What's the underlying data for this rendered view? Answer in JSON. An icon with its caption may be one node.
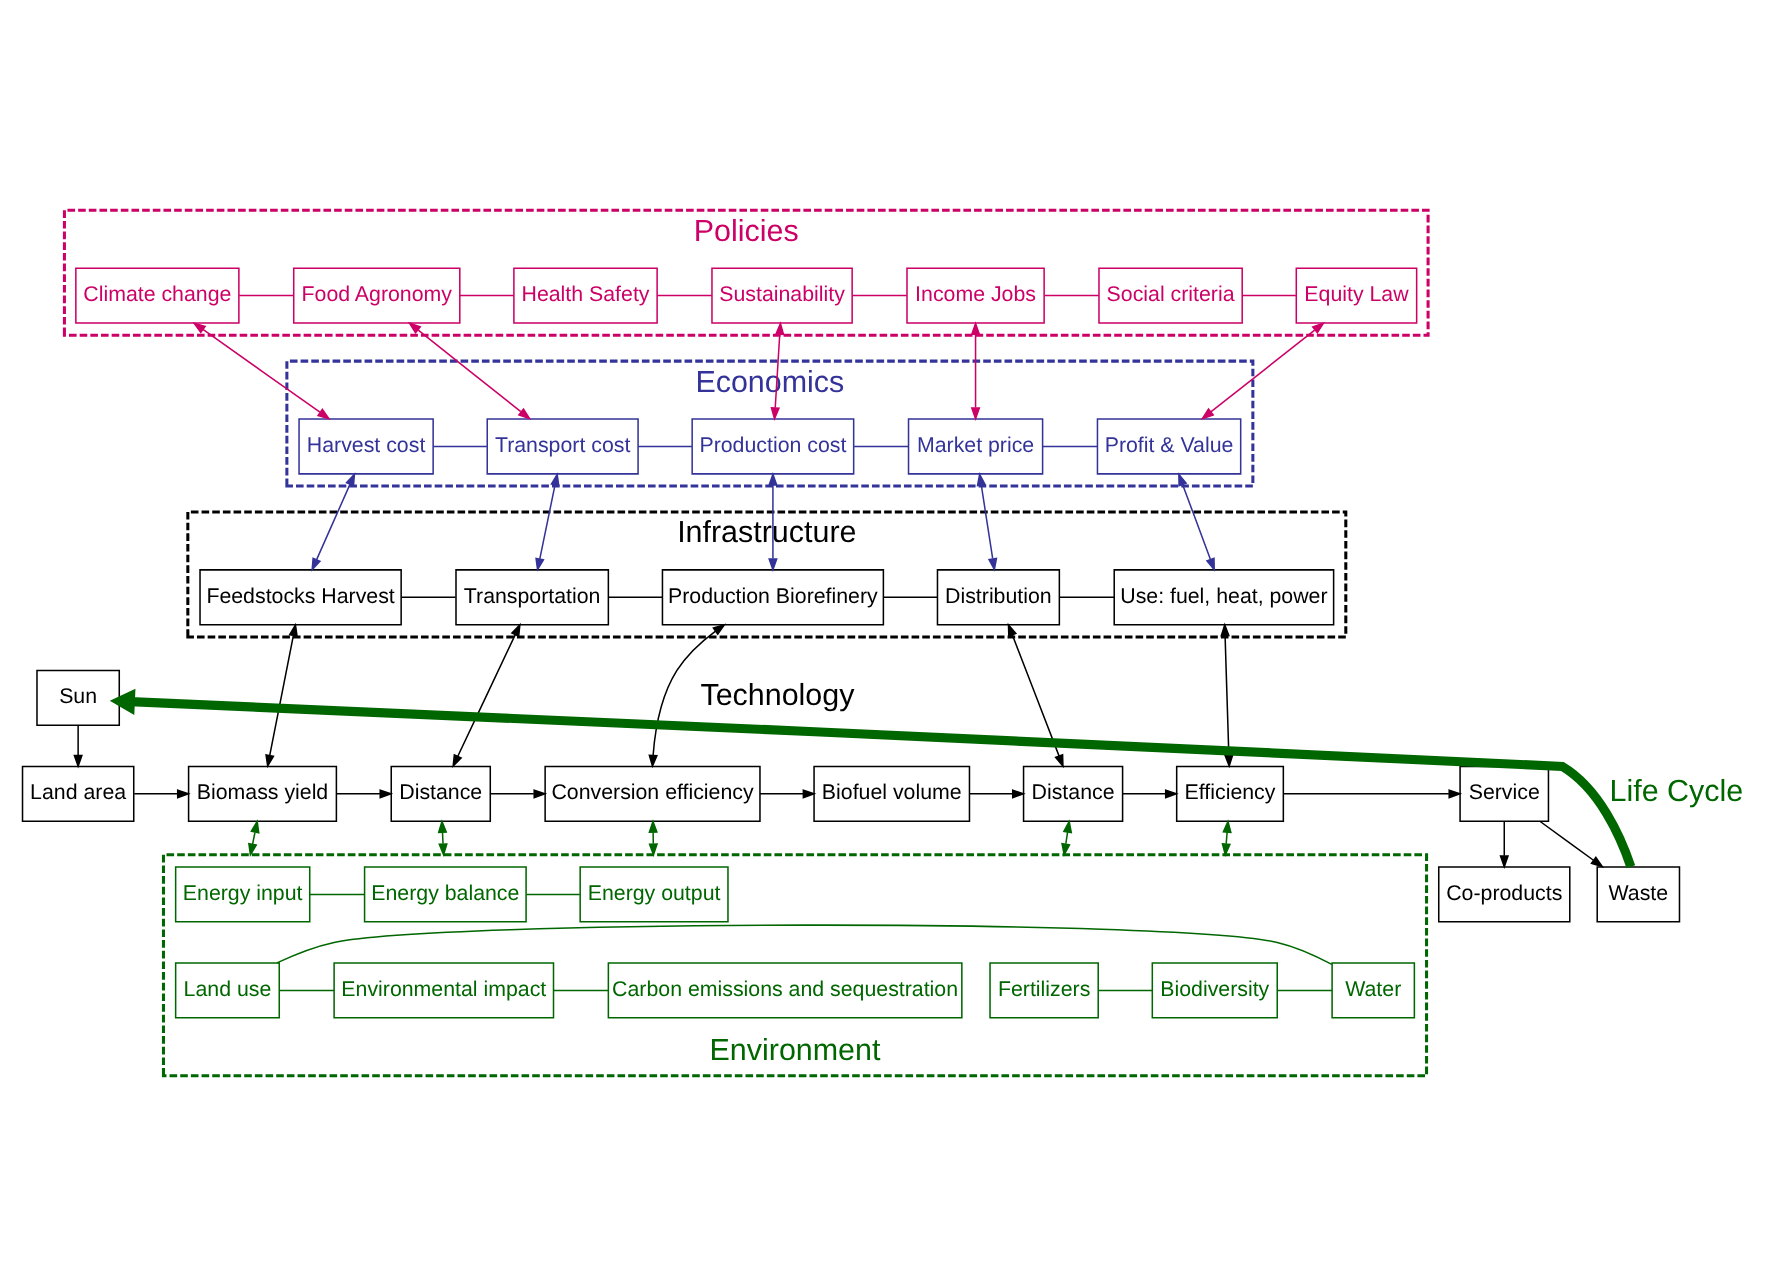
{
  "diagram": {
    "nodes": [
      {
        "text": [
          "Policies"
        ]
      },
      {
        "text": [
          "Climate change"
        ],
        "in": 0
      },
      {
        "text": [
          "Food Agronomy"
        ],
        "in": 0
      },
      {
        "text": [
          "Health Safety"
        ],
        "in": 0
      },
      {
        "text": [
          "Sustainability"
        ],
        "in": 0
      },
      {
        "text": [
          "Income Jobs"
        ],
        "in": 0
      },
      {
        "text": [
          "Social criteria"
        ],
        "in": 0
      },
      {
        "text": [
          "Equity Law"
        ],
        "in": 0
      },
      {
        "text": [
          "Economics"
        ]
      },
      {
        "text": [
          "Harvest cost"
        ],
        "in": 8
      },
      {
        "text": [
          "Transport cost"
        ],
        "in": 8
      },
      {
        "text": [
          "Production cost"
        ],
        "in": 8
      },
      {
        "text": [
          "Market price"
        ],
        "in": 8
      },
      {
        "text": [
          "Profit & Value"
        ],
        "in": 8
      },
      {
        "text": [
          "Infrastructure"
        ]
      },
      {
        "text": [
          "Feedstocks Harvest"
        ],
        "in": 14
      },
      {
        "text": [
          "Transportation"
        ],
        "in": 14
      },
      {
        "text": [
          "Production Biorefinery"
        ],
        "in": 14
      },
      {
        "text": [
          "Distribution"
        ],
        "in": 14
      },
      {
        "text": [
          "Use: fuel, heat, power"
        ],
        "in": 14
      },
      {
        "text": [
          "Co-products"
        ]
      },
      {
        "text": [
          "Land area"
        ]
      },
      {
        "text": [
          "Biomass yield"
        ]
      },
      {
        "text": [
          "Distance"
        ]
      },
      {
        "text": [
          "Conversion efficiency"
        ]
      },
      {
        "text": [
          "Biofuel volume"
        ]
      },
      {
        "text": [
          "Distance"
        ]
      },
      {
        "text": [
          "Efficiency"
        ]
      },
      {
        "text": [
          "Service"
        ]
      },
      {
        "text": [
          "Sun"
        ]
      },
      {
        "text": [
          "Waste"
        ]
      },
      {
        "text": [
          "Environment"
        ]
      },
      {
        "text": [
          "Energy input"
        ],
        "in": 31
      },
      {
        "text": [
          "Energy balance"
        ],
        "in": 31
      },
      {
        "text": [
          "Energy output"
        ],
        "in": 31
      },
      {
        "text": [
          "Fertilizers"
        ],
        "in": 31
      },
      {
        "text": [
          "Biodiversity"
        ],
        "in": 31
      },
      {
        "text": [
          "Water"
        ],
        "in": 31
      },
      {
        "text": [
          "Land use"
        ],
        "in": 31
      },
      {
        "text": [
          "Environmental impact"
        ],
        "in": 31
      },
      {
        "text": [
          "Carbon emissions and sequestration"
        ],
        "in": 31
      }
    ],
    "edges": [
      {
        "from": 1,
        "to": 2,
        "arrow": "none",
        "color": "#cc0066"
      },
      {
        "from": 2,
        "to": 3,
        "arrow": "none",
        "color": "#cc0066"
      },
      {
        "from": 3,
        "to": 4,
        "arrow": "none",
        "color": "#cc0066"
      },
      {
        "from": 4,
        "to": 5,
        "arrow": "none",
        "color": "#cc0066"
      },
      {
        "from": 5,
        "to": 6,
        "arrow": "none",
        "color": "#cc0066"
      },
      {
        "from": 6,
        "to": 7,
        "arrow": "none",
        "color": "#cc0066"
      },
      {
        "from": 1,
        "to": 9,
        "arrow": "both",
        "color": "#cc0066"
      },
      {
        "from": 2,
        "to": 10,
        "arrow": "both",
        "color": "#cc0066"
      },
      {
        "from": 4,
        "to": 11,
        "arrow": "both",
        "color": "#cc0066"
      },
      {
        "from": 5,
        "to": 12,
        "arrow": "both",
        "color": "#cc0066"
      },
      {
        "from": 7,
        "to": 13,
        "arrow": "both",
        "color": "#cc0066"
      },
      {
        "from": 9,
        "to": 10,
        "arrow": "none",
        "color": "#333399"
      },
      {
        "from": 10,
        "to": 11,
        "arrow": "none",
        "color": "#333399"
      },
      {
        "from": 11,
        "to": 12,
        "arrow": "none",
        "color": "#333399"
      },
      {
        "from": 12,
        "to": 13,
        "arrow": "none",
        "color": "#333399"
      },
      {
        "from": 9,
        "to": 15,
        "arrow": "both",
        "color": "#333399"
      },
      {
        "from": 10,
        "to": 16,
        "arrow": "both",
        "color": "#333399"
      },
      {
        "from": 11,
        "to": 17,
        "arrow": "both",
        "color": "#333399"
      },
      {
        "from": 12,
        "to": 18,
        "arrow": "both",
        "color": "#333399"
      },
      {
        "from": 13,
        "to": 19,
        "arrow": "both",
        "color": "#333399"
      },
      {
        "from": 15,
        "to": 16,
        "arrow": "none"
      },
      {
        "from": 16,
        "to": 17,
        "arrow": "none"
      },
      {
        "from": 17,
        "to": 18,
        "arrow": "none"
      },
      {
        "from": 18,
        "to": 19,
        "arrow": "none"
      },
      {
        "from": 15,
        "to": 22,
        "arrow": "both"
      },
      {
        "from": 16,
        "to": 23,
        "arrow": "both"
      },
      {
        "from": 17,
        "to": 24,
        "arrow": "both"
      },
      {
        "from": 18,
        "to": 26,
        "arrow": "both"
      },
      {
        "from": 19,
        "to": 27,
        "arrow": "both"
      },
      {
        "from": 21,
        "to": 22,
        "arrow": "to"
      },
      {
        "from": 22,
        "to": 23,
        "arrow": "to"
      },
      {
        "from": 23,
        "to": 24,
        "arrow": "to"
      },
      {
        "from": 24,
        "to": 25,
        "arrow": "to"
      },
      {
        "from": 25,
        "to": 26,
        "arrow": "to"
      },
      {
        "from": 26,
        "to": 27,
        "arrow": "to"
      },
      {
        "from": 27,
        "to": 28,
        "arrow": "to"
      },
      {
        "from": 28,
        "to": 20,
        "arrow": "to"
      },
      {
        "from": 28,
        "to": 30,
        "arrow": "to"
      },
      {
        "from": 29,
        "to": 21,
        "arrow": "to"
      },
      {
        "from": 30,
        "to": 29,
        "arrow": "to",
        "label": "Life Cycle",
        "style": "thick",
        "color": "#006600"
      },
      {
        "from": 22,
        "to": 31,
        "arrow": "both",
        "color": "#006600"
      },
      {
        "from": 23,
        "to": 31,
        "arrow": "both",
        "color": "#006600"
      },
      {
        "from": 24,
        "to": 31,
        "arrow": "both",
        "color": "#006600"
      },
      {
        "from": 26,
        "to": 31,
        "arrow": "both",
        "color": "#006600"
      },
      {
        "from": 27,
        "to": 31,
        "arrow": "both",
        "color": "#006600"
      },
      {
        "from": 32,
        "to": 33,
        "arrow": "none",
        "color": "#006600"
      },
      {
        "from": 33,
        "to": 34,
        "arrow": "none",
        "color": "#006600"
      },
      {
        "from": 35,
        "to": 36,
        "arrow": "none",
        "color": "#006600"
      },
      {
        "from": 36,
        "to": 37,
        "arrow": "none",
        "color": "#006600"
      },
      {
        "from": 37,
        "to": 38,
        "arrow": "none",
        "color": "#006600"
      },
      {
        "from": 38,
        "to": 39,
        "arrow": "none",
        "color": "#006600"
      },
      {
        "from": 39,
        "to": 40,
        "arrow": "none",
        "color": "#006600"
      }
    ],
    "labels": [
      "Technology"
    ]
  }
}
